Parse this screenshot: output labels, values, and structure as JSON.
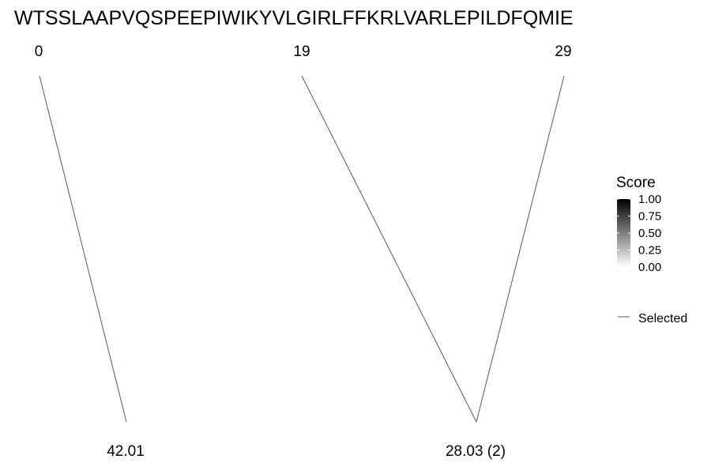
{
  "chart_data": {
    "type": "other",
    "title": "WTSSLAAPVQSPEEPIWIKYVLGIRLFFKRLVARLEPILDFQMIE",
    "top_nodes": [
      {
        "label": "0"
      },
      {
        "label": "19"
      },
      {
        "label": "29"
      }
    ],
    "bottom_nodes": [
      {
        "label": "42.01"
      },
      {
        "label": "28.03 (2)"
      }
    ],
    "links": [
      {
        "from": "0",
        "to": "42.01",
        "score": 1.0
      },
      {
        "from": "19",
        "to": "28.03 (2)",
        "score": 1.0
      },
      {
        "from": "29",
        "to": "28.03 (2)",
        "score": 1.0
      }
    ],
    "legend": {
      "score": {
        "title": "Score",
        "ticks": [
          "1.00",
          "0.75",
          "0.50",
          "0.25",
          "0.00"
        ],
        "range": [
          0,
          1
        ],
        "colors": [
          "#ffffff",
          "#000000"
        ]
      },
      "selected": {
        "label": "Selected"
      },
      "placement": "right"
    },
    "line_color": "#5a5a5a"
  }
}
